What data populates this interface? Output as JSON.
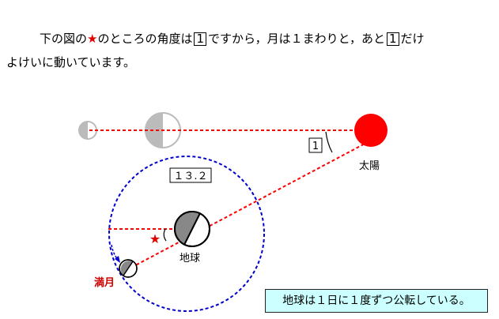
{
  "intro": {
    "part1": "下の図の",
    "star": "★",
    "part2": "のところの角度は",
    "box1": "1",
    "part3": "ですから，月は１まわりと，あと",
    "box2": "1",
    "part4": "だけ",
    "line2": "よけいに動いています。"
  },
  "diagram": {
    "sun_label": "太陽",
    "earth_label": "地球",
    "full_moon_label": "満月",
    "angle_label": "1",
    "orbit_value": "１３.２",
    "colors": {
      "sun": "#ff0000",
      "dashed_line": "#ff0000",
      "orbit": "#0000cc",
      "moon_shadow": "#888888",
      "ghost": "#bbbbbb",
      "full_moon_text": "#cc0000"
    }
  },
  "note": "地球は１日に１度ずつ公転している。"
}
